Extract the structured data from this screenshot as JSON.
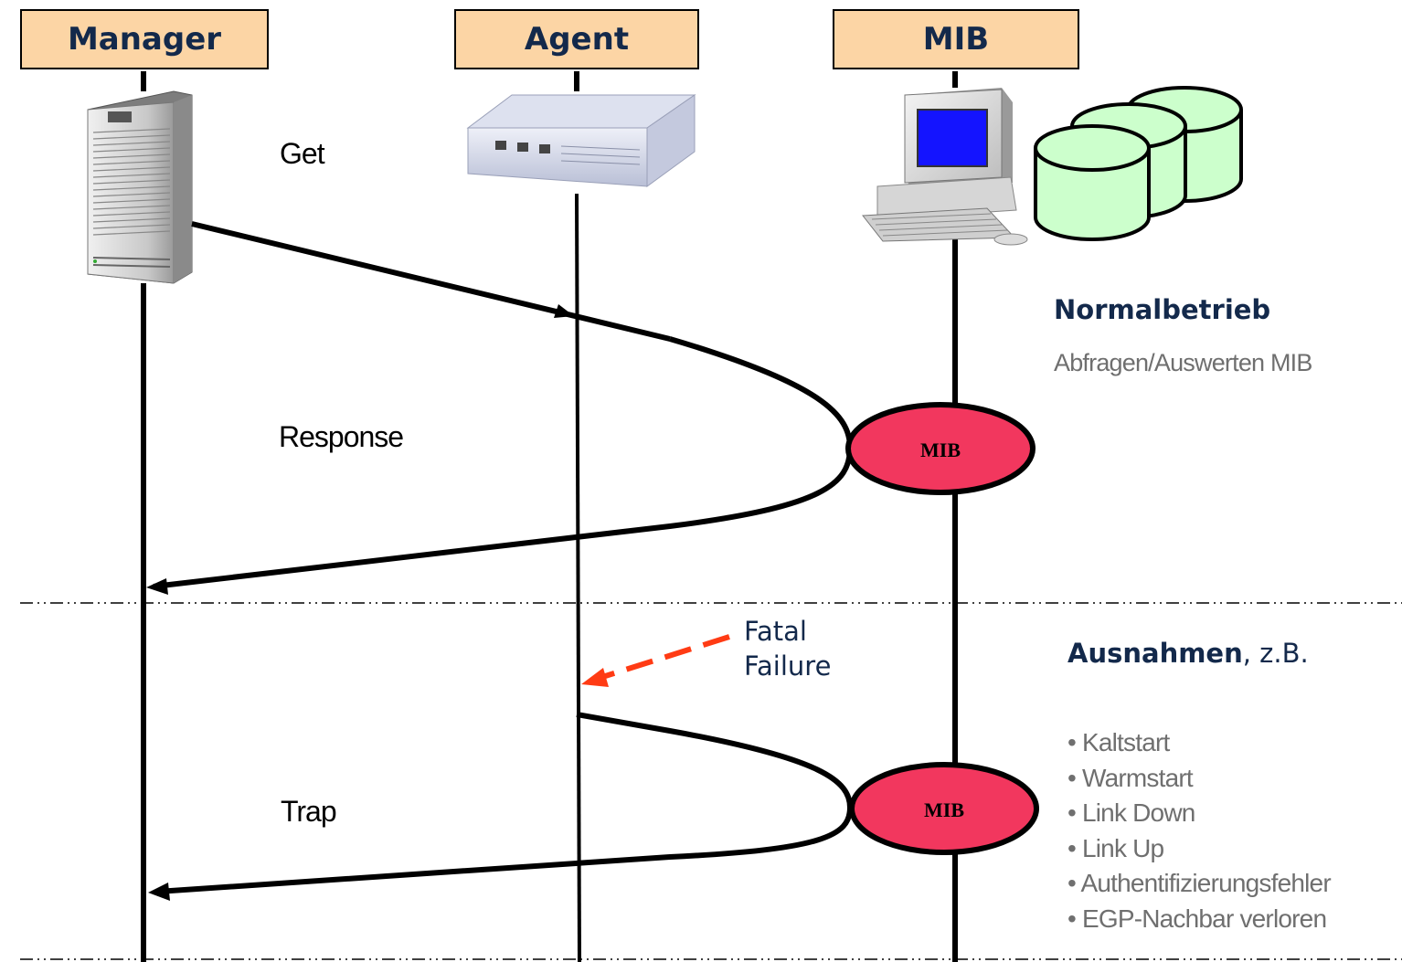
{
  "lifelines": {
    "manager": "Manager",
    "agent": "Agent",
    "mib": "MIB"
  },
  "messages": {
    "get": "Get",
    "response": "Response",
    "trap": "Trap",
    "fatal_failure_line1": "Fatal",
    "fatal_failure_line2": "Failure",
    "mib_node_1": "MIB",
    "mib_node_2": "MIB"
  },
  "normal_operation": {
    "title": "Normalbetrieb",
    "subtitle": "Abfragen/Auswerten MIB"
  },
  "exceptions": {
    "title": "Ausnahmen",
    "suffix": ", z.B.",
    "items": [
      "Kaltstart",
      "Warmstart",
      "Link Down",
      "Link Up",
      "Authentifizierungsfehler",
      "EGP-Nachbar verloren"
    ]
  },
  "colors": {
    "header_fill": "#fcd5a5",
    "header_text": "#13294b",
    "mib_node_fill": "#f2375e",
    "database_fill": "#ccffcc",
    "fatal_arrow": "#ff3b14",
    "gray_text": "#6f6f6f"
  },
  "icons": {
    "manager": "server-tower-icon",
    "agent": "network-switch-icon",
    "mib_workstation": "workstation-icon",
    "mib_database": "database-cylinders-icon"
  }
}
